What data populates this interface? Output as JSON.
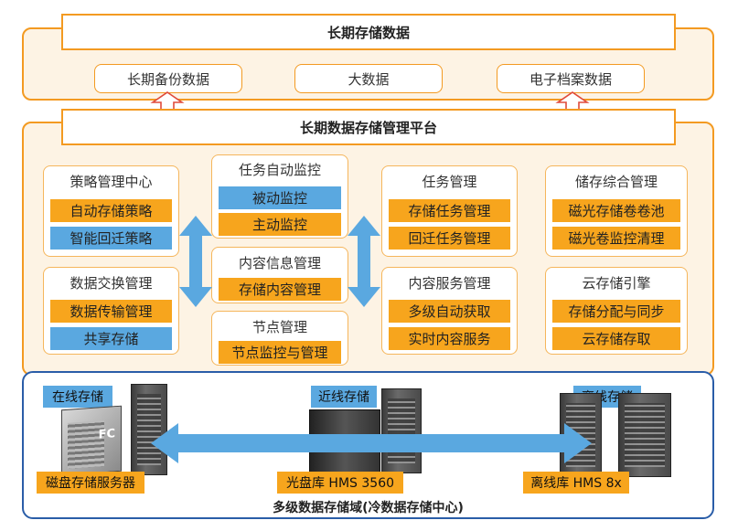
{
  "top": {
    "title": "长期存储数据",
    "pills": [
      "长期备份数据",
      "大数据",
      "电子档案数据"
    ]
  },
  "platform": {
    "title": "长期数据存储管理平台",
    "policy_center": {
      "title": "策略管理中心",
      "items": [
        "自动存储策略",
        "智能回迁策略"
      ]
    },
    "data_exchange": {
      "title": "数据交换管理",
      "items": [
        "数据传输管理",
        "共享存储"
      ]
    },
    "task_monitor": {
      "title": "任务自动监控",
      "items": [
        "被动监控",
        "主动监控"
      ]
    },
    "content_info": {
      "title": "内容信息管理",
      "items": [
        "存储内容管理"
      ]
    },
    "node_mgmt": {
      "title": "节点管理",
      "items": [
        "节点监控与管理"
      ]
    },
    "task_mgmt": {
      "title": "任务管理",
      "items": [
        "存储任务管理",
        "回迁任务管理"
      ]
    },
    "content_service": {
      "title": "内容服务管理",
      "items": [
        "多级自动获取",
        "实时内容服务"
      ]
    },
    "storage_mgmt": {
      "title": "储存综合管理",
      "items": [
        "磁光存储卷卷池",
        "磁光卷监控清理"
      ]
    },
    "cloud_engine": {
      "title": "云存储引擎",
      "items": [
        "存储分配与同步",
        "云存储存取"
      ]
    }
  },
  "storage": {
    "caption": "多级数据存储域(冷数据存储中心)",
    "online": {
      "tag": "在线存储",
      "label": "磁盘存储服务器",
      "badge": "FC"
    },
    "nearline": {
      "tag": "近线存储",
      "label": "光盘库 HMS  3560"
    },
    "offline": {
      "tag": "离线存储",
      "label": "离线库 HMS  8x"
    }
  },
  "colors": {
    "orange": "#f7a51d",
    "blue": "#5aa8e0",
    "border_orange": "#f39a21",
    "border_blue": "#2a5da8"
  }
}
